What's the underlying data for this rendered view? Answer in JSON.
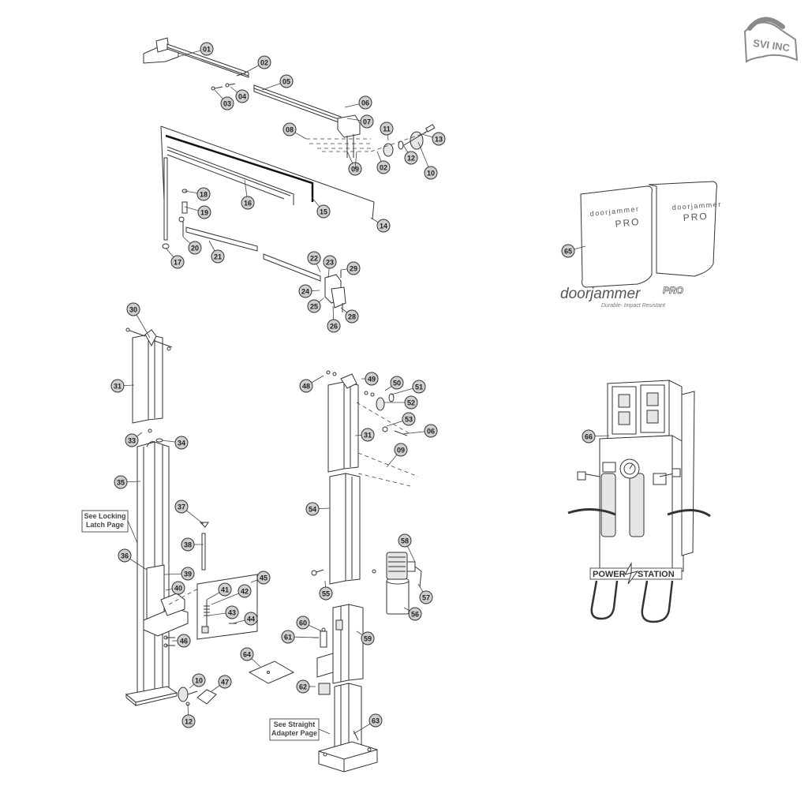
{
  "brand": {
    "logo_text": "SVI INC",
    "logo_color": "#8a8a8a"
  },
  "callouts": [
    {
      "id": "c01",
      "label": "01",
      "to": [
        225,
        72
      ]
    },
    {
      "id": "c02a",
      "label": "02",
      "to": [
        305,
        95
      ]
    },
    {
      "id": "c03",
      "label": "03",
      "to": [
        272,
        114
      ]
    },
    {
      "id": "c04",
      "label": "04",
      "to": [
        292,
        110
      ]
    },
    {
      "id": "c05",
      "label": "05",
      "to": [
        332,
        114
      ]
    },
    {
      "id": "c06a",
      "label": "06",
      "to": [
        437,
        136
      ]
    },
    {
      "id": "c07",
      "label": "07",
      "to": [
        440,
        150
      ]
    },
    {
      "id": "c08",
      "label": "08",
      "to": [
        388,
        176
      ]
    },
    {
      "id": "c09a",
      "label": "09",
      "to": [
        440,
        192
      ]
    },
    {
      "id": "c09b",
      "label": "09",
      "to": [
        452,
        192
      ]
    },
    {
      "id": "c02b",
      "label": "02",
      "to": [
        478,
        192
      ]
    },
    {
      "id": "c11",
      "label": "11",
      "to": [
        492,
        178
      ]
    },
    {
      "id": "c12a",
      "label": "12",
      "to": [
        510,
        182
      ]
    },
    {
      "id": "c10a",
      "label": "10",
      "to": [
        530,
        180
      ]
    },
    {
      "id": "c13",
      "label": "13",
      "to": [
        535,
        170
      ]
    },
    {
      "id": "c14",
      "label": "14",
      "to": [
        470,
        276
      ]
    },
    {
      "id": "c15",
      "label": "15",
      "to": [
        395,
        250
      ]
    },
    {
      "id": "c16",
      "label": "16",
      "to": [
        310,
        228
      ]
    },
    {
      "id": "c17",
      "label": "17",
      "to": [
        210,
        314
      ]
    },
    {
      "id": "c18",
      "label": "18",
      "to": [
        234,
        242
      ]
    },
    {
      "id": "c19",
      "label": "19",
      "to": [
        234,
        262
      ]
    },
    {
      "id": "c20",
      "label": "20",
      "to": [
        232,
        300
      ]
    },
    {
      "id": "c21",
      "label": "21",
      "to": [
        265,
        305
      ]
    },
    {
      "id": "c22",
      "label": "22",
      "to": [
        406,
        345
      ]
    },
    {
      "id": "c23",
      "label": "23",
      "to": [
        416,
        352
      ]
    },
    {
      "id": "c24",
      "label": "24",
      "to": [
        405,
        368
      ]
    },
    {
      "id": "c25",
      "label": "25",
      "to": [
        410,
        378
      ]
    },
    {
      "id": "c26",
      "label": "26",
      "to": [
        422,
        388
      ]
    },
    {
      "id": "c28",
      "label": "28",
      "to": [
        432,
        390
      ]
    },
    {
      "id": "c29",
      "label": "29",
      "to": [
        432,
        342
      ]
    },
    {
      "id": "c30",
      "label": "30",
      "to": [
        190,
        428
      ]
    },
    {
      "id": "c31a",
      "label": "31",
      "to": [
        170,
        488
      ]
    },
    {
      "id": "c33",
      "label": "33",
      "to": [
        180,
        548
      ]
    },
    {
      "id": "c34",
      "label": "34",
      "to": [
        205,
        558
      ]
    },
    {
      "id": "c35",
      "label": "35",
      "to": [
        178,
        610
      ]
    },
    {
      "id": "c36",
      "label": "36",
      "to": [
        186,
        722
      ]
    },
    {
      "id": "c37",
      "label": "37",
      "to": [
        258,
        664
      ]
    },
    {
      "id": "c38",
      "label": "38",
      "to": [
        258,
        690
      ]
    },
    {
      "id": "c39",
      "label": "39",
      "to": [
        208,
        728
      ]
    },
    {
      "id": "c40",
      "label": "40",
      "to": [
        210,
        748
      ]
    },
    {
      "id": "c41",
      "label": "41",
      "to": [
        262,
        760
      ]
    },
    {
      "id": "c42",
      "label": "42",
      "to": [
        268,
        766
      ]
    },
    {
      "id": "c43",
      "label": "43",
      "to": [
        264,
        780
      ]
    },
    {
      "id": "c44",
      "label": "44",
      "to": [
        295,
        790
      ]
    },
    {
      "id": "c45",
      "label": "45",
      "to": [
        318,
        738
      ]
    },
    {
      "id": "c46",
      "label": "46",
      "to": [
        218,
        812
      ]
    },
    {
      "id": "c10b",
      "label": "10",
      "to": [
        240,
        872
      ]
    },
    {
      "id": "c12b",
      "label": "12",
      "to": [
        238,
        892
      ]
    },
    {
      "id": "c47",
      "label": "47",
      "to": [
        268,
        876
      ]
    },
    {
      "id": "c48",
      "label": "48",
      "to": [
        410,
        476
      ]
    },
    {
      "id": "c49",
      "label": "49",
      "to": [
        458,
        480
      ]
    },
    {
      "id": "c50",
      "label": "50",
      "to": [
        488,
        495
      ]
    },
    {
      "id": "c51",
      "label": "51",
      "to": [
        496,
        500
      ]
    },
    {
      "id": "c52",
      "label": "52",
      "to": [
        486,
        510
      ]
    },
    {
      "id": "c31b",
      "label": "31",
      "to": [
        450,
        552
      ]
    },
    {
      "id": "c53",
      "label": "53",
      "to": [
        490,
        540
      ]
    },
    {
      "id": "c06b",
      "label": "06",
      "to": [
        510,
        550
      ]
    },
    {
      "id": "c09c",
      "label": "09",
      "to": [
        490,
        592
      ]
    },
    {
      "id": "c54",
      "label": "54",
      "to": [
        418,
        644
      ]
    },
    {
      "id": "c55",
      "label": "55",
      "to": [
        412,
        736
      ]
    },
    {
      "id": "c56",
      "label": "56",
      "to": [
        512,
        770
      ]
    },
    {
      "id": "c57",
      "label": "57",
      "to": [
        530,
        740
      ]
    },
    {
      "id": "c58",
      "label": "58",
      "to": [
        526,
        712
      ]
    },
    {
      "id": "c59",
      "label": "59",
      "to": [
        452,
        800
      ]
    },
    {
      "id": "c60",
      "label": "60",
      "to": [
        408,
        800
      ]
    },
    {
      "id": "c61",
      "label": "61",
      "to": [
        402,
        808
      ]
    },
    {
      "id": "c62",
      "label": "62",
      "to": [
        400,
        870
      ]
    },
    {
      "id": "c63",
      "label": "63",
      "to": [
        448,
        930
      ]
    },
    {
      "id": "c64",
      "label": "64",
      "to": [
        330,
        845
      ]
    },
    {
      "id": "c65",
      "label": "65",
      "to": [
        742,
        312
      ]
    },
    {
      "id": "c66",
      "label": "66",
      "to": [
        772,
        552
      ]
    }
  ],
  "notes": [
    {
      "id": "locking",
      "lines": [
        "See Locking",
        "Latch Page"
      ]
    },
    {
      "id": "adapter",
      "lines": [
        "See Straight",
        "Adapter Page"
      ]
    }
  ],
  "products": {
    "doorjammer": {
      "cover_brand": "doorjammer",
      "cover_model": "PRO",
      "logo_text": "doorjammer",
      "logo_model": "PRO",
      "tagline": "Durable- Impact Resistant"
    },
    "powerstation": {
      "logo_left": "POWER",
      "logo_right": "STATION"
    }
  }
}
